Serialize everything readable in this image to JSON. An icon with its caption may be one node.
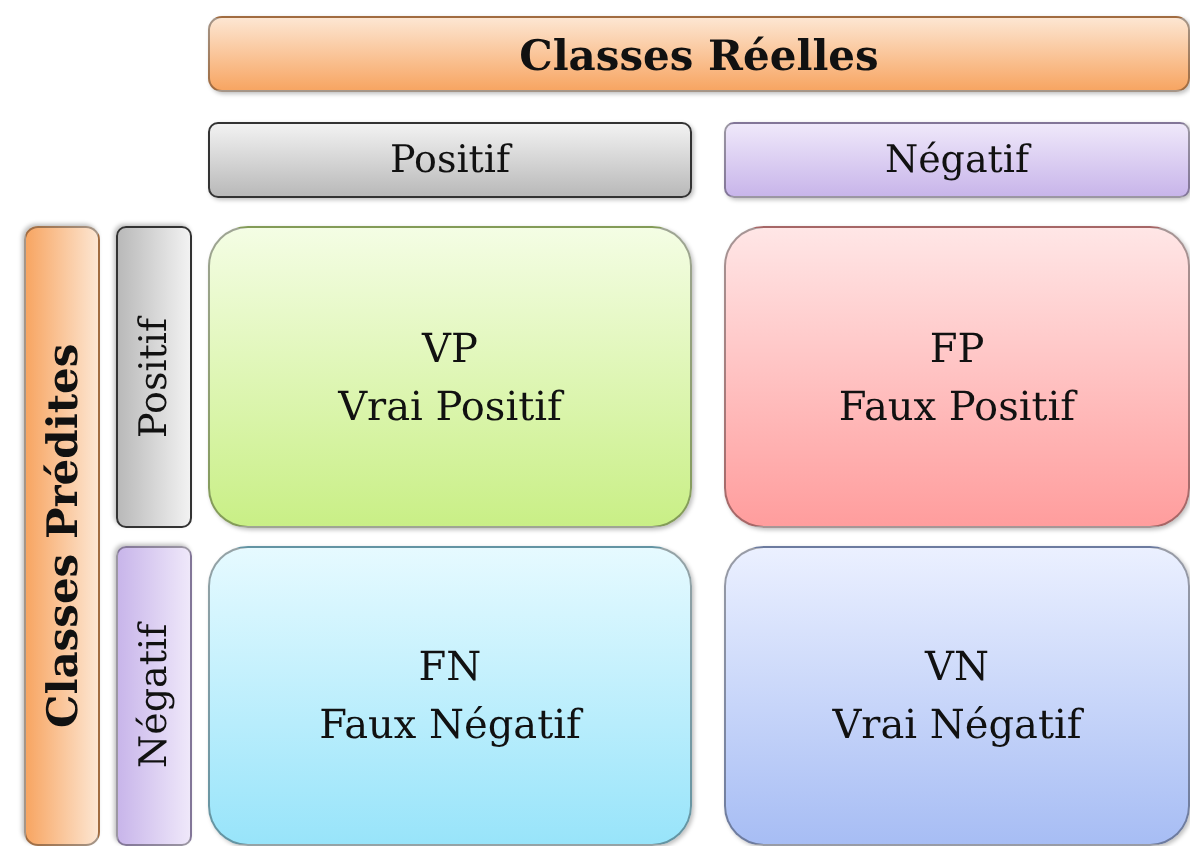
{
  "diagram": {
    "nodes": [
      {
        "text": [
          "Classes Réelles"
        ]
      },
      {
        "text": [
          "Positif"
        ]
      },
      {
        "text": [
          "Négatif"
        ]
      },
      {
        "text": [
          "Classes Prédites"
        ]
      },
      {
        "text": [
          "Positif"
        ]
      },
      {
        "text": [
          "Négatif"
        ]
      },
      {
        "text": [
          "VP",
          "Vrai Positif"
        ]
      },
      {
        "text": [
          "FP",
          "Faux Positif"
        ]
      },
      {
        "text": [
          "FN",
          "Faux Négatif"
        ]
      },
      {
        "text": [
          "VN",
          "Vrai Négatif"
        ]
      }
    ]
  }
}
